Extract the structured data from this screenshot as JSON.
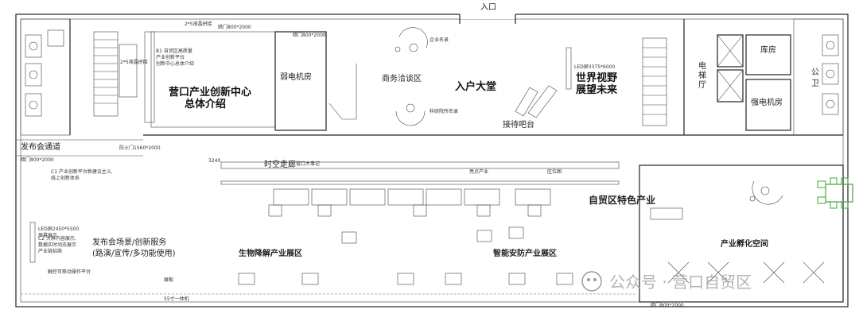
{
  "labels": {
    "entrance": "入口",
    "door_top_left": "暗门800*2000",
    "door_top_mid": "暗门800*2000",
    "small_room": "2*5液晶拼接",
    "led_left": "2*5液晶拼接",
    "weak_room": "弱电机房",
    "business_area": "商务洽谈区",
    "lobby": "入户大堂",
    "reception": "接待吧台",
    "enterprise_list": "企业名录",
    "research_list": "科研院所名录",
    "world_view": "世界视野\n展望未来",
    "led_right": "LED屏3375*6000",
    "elevator": "电\n梯\n厅",
    "storage": "库房",
    "public_wc": "公\n卫",
    "power_room": "强电机房",
    "center_title": "营口产业创新中心\n总体介绍",
    "center_desc": "B1 自贸区高质量\n产业创新平台\n创新中心总体介绍",
    "launch_corridor": "发布会通道",
    "fire_door": "防火门1560*2000",
    "door_left_mid": "暗门800*2000",
    "timeline": "时空走廊",
    "yingkou_events": "营口大事记",
    "advantage": "亮点产业",
    "location": "区位图",
    "ftz_industry": "自贸区特色产业",
    "incubation": "产业孵化空间",
    "launch_scene": "发布会场景/创新服务\n(路演/宣传/多功能使用)",
    "led_left_bottom": "LED屏2450*5500\n屏幕展示",
    "bio_area": "生物降解产业展区",
    "security_area": "智能安防产业展区",
    "door_bottom": "暗门800*2000",
    "dim_3240": "3240",
    "watermark": "公众号 · 营口自贸区",
    "mobile_platform": "触控可移动操作平台",
    "c1_note": "C1 产业创新平台新建议主义,\n线上创新体系",
    "c2_note": "C2 大屏内容展示,\n数据实时动态展示\n产业链招商",
    "display_panel": "展板",
    "touch_screen": "55寸一体机"
  },
  "colors": {
    "wall": "#222222",
    "furniture_green": "#3aa83a",
    "watermark": "#9a9a9a"
  }
}
